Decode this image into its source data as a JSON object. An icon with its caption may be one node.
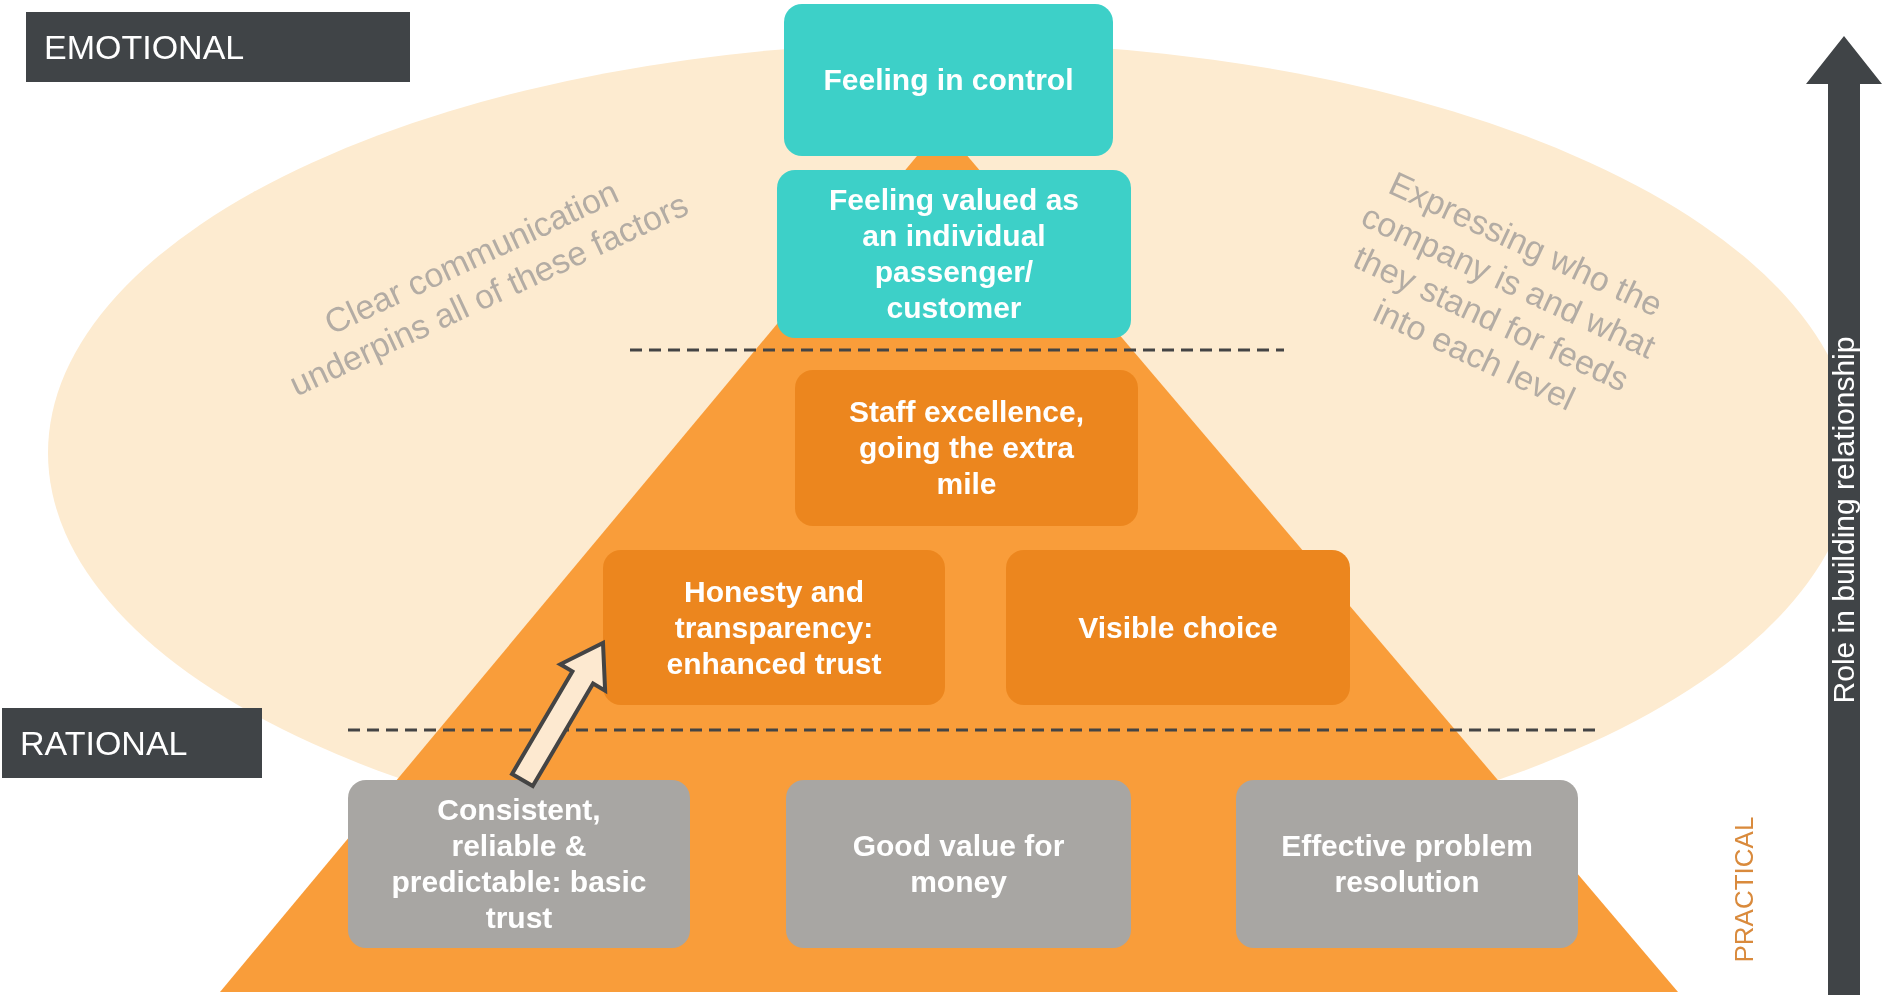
{
  "diagram": {
    "nodes": [
      {
        "text": [
          "EMOTIONAL"
        ]
      },
      {
        "text": [
          "Feeling in control"
        ]
      },
      {
        "text": [
          "Feeling valued as an individual passenger/ customer"
        ]
      },
      {
        "text": [
          "Staff excellence, going the extra mile"
        ]
      },
      {
        "text": [
          "Honesty and transparency: enhanced trust"
        ]
      },
      {
        "text": [
          "Visible choice"
        ]
      },
      {
        "text": [
          "RATIONAL"
        ]
      },
      {
        "text": [
          "Consistent, reliable & predictable: basic trust"
        ]
      },
      {
        "text": [
          "Good value for money"
        ]
      },
      {
        "text": [
          "Effective problem resolution"
        ]
      }
    ],
    "edges": [
      {
        "from": 7,
        "to": 4,
        "arrow": "to"
      }
    ],
    "labels": [
      "Clear communication underpins all of these factors",
      "Expressing who the company is and what they stand for feeds into each level",
      "PRACTICAL",
      "Role in building relationship"
    ]
  }
}
